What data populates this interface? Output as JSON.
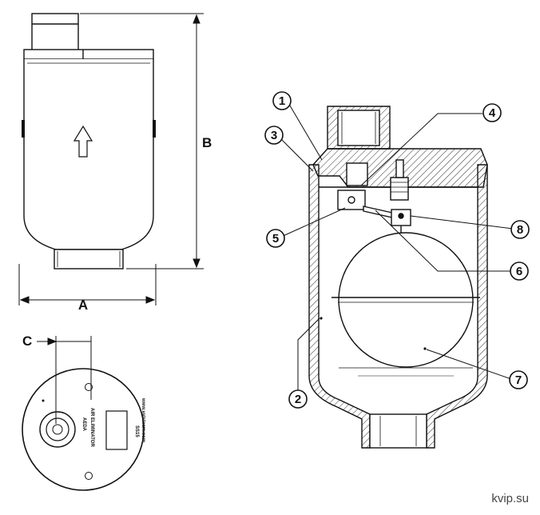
{
  "dimensions": {
    "a": "A",
    "b": "B",
    "c": "C"
  },
  "callouts": [
    "1",
    "2",
    "3",
    "4",
    "5",
    "6",
    "7",
    "8"
  ],
  "nameplate": {
    "brand": "AEDA",
    "product": "AIR ELIMINATOR",
    "model": "SS15",
    "website": "www.valsteam.com"
  },
  "watermark": "kvip.su"
}
